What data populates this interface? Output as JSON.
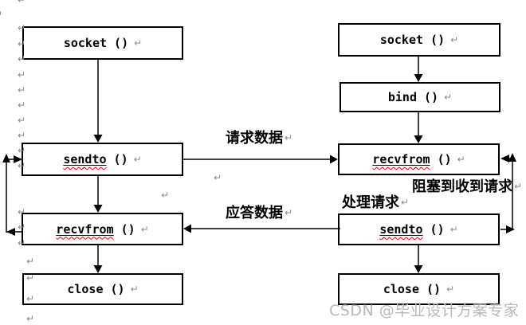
{
  "client": {
    "boxes": [
      {
        "name": "socket",
        "suffix": " ()",
        "misspelled": false
      },
      {
        "name": "sendto",
        "suffix": " ()",
        "misspelled": true
      },
      {
        "name": "recvfrom",
        "suffix": " ()",
        "misspelled": true
      },
      {
        "name": "close",
        "suffix": " ()",
        "misspelled": false
      }
    ]
  },
  "server": {
    "boxes": [
      {
        "name": "socket",
        "suffix": " ()",
        "misspelled": false
      },
      {
        "name": "bind",
        "suffix": " ()",
        "misspelled": false
      },
      {
        "name": "recvfrom",
        "suffix": " ()",
        "misspelled": true
      },
      {
        "name": "sendto",
        "suffix": " ()",
        "misspelled": true
      },
      {
        "name": "close",
        "suffix": " ()",
        "misspelled": false
      }
    ]
  },
  "labels": {
    "request_data": "请求数据",
    "reply_data": "应答数据",
    "block_until_request": "阻塞到收到请求",
    "process_request": "处理请求"
  },
  "marks": {
    "pilcrow": "↵"
  },
  "watermark": {
    "text": "CSDN @毕业设计方案专家"
  },
  "colors": {
    "box_border": "#000000",
    "arrow": "#000000",
    "misspelling_underline": "#e80000",
    "format_mark": "#8c8c8c",
    "watermark": "#b8b8b8"
  }
}
